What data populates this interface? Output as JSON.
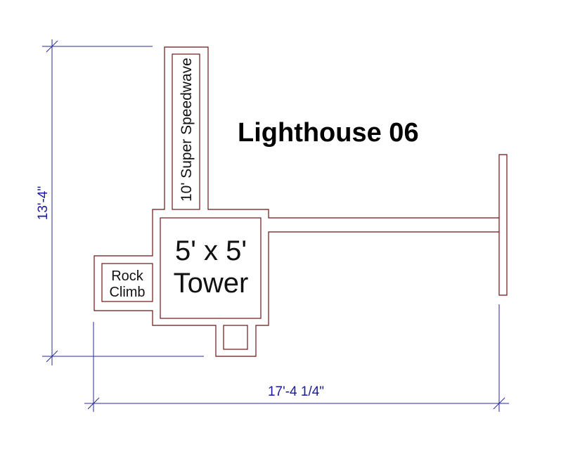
{
  "title": "Lighthouse 06",
  "components": {
    "slide": "10' Super Speedwave",
    "tower_size": "5' x 5'",
    "tower_word": "Tower",
    "rock_line1": "Rock",
    "rock_line2": "Climb"
  },
  "dimensions": {
    "width": "17'-4 1/4\"",
    "height": "13'-4\""
  },
  "colors": {
    "outline": "#6b1414",
    "dimension": "#2a2a9a",
    "dimension_text": "#1a1aa0"
  }
}
